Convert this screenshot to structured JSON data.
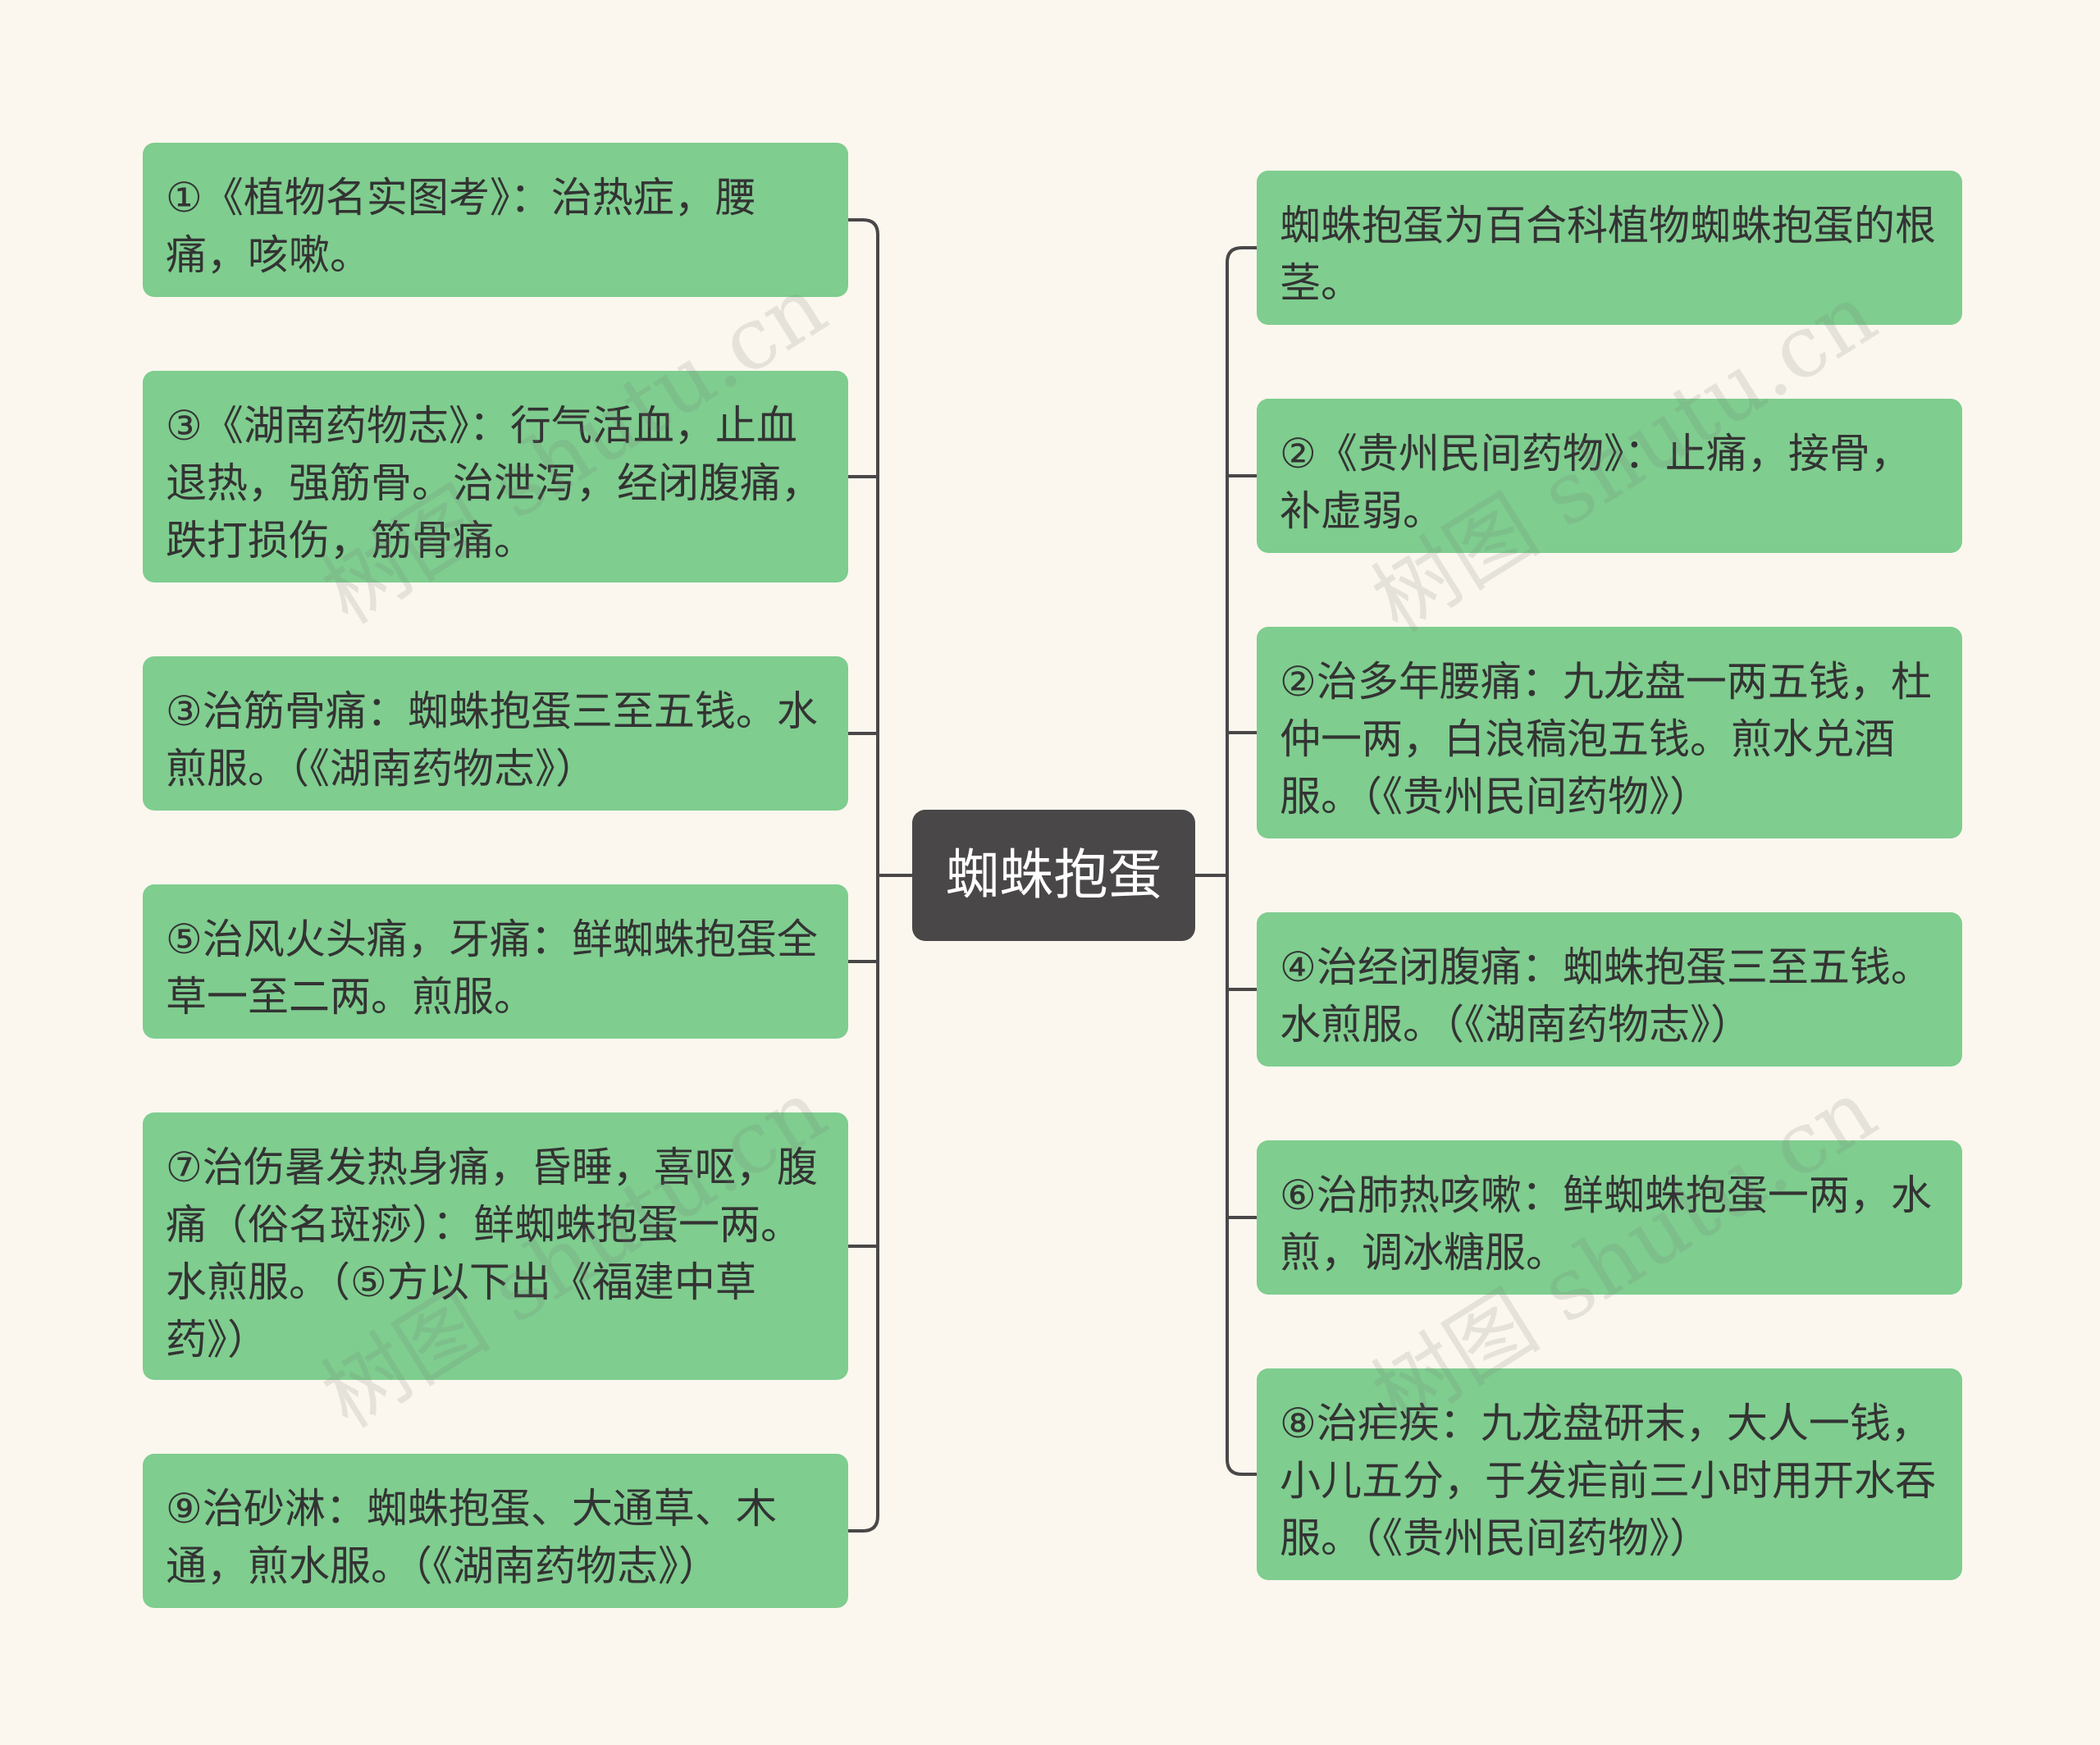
{
  "center": {
    "label": "蜘蛛抱蛋"
  },
  "left": [
    {
      "text": "①《植物名实图考》：治热症，腰痛，咳嗽。"
    },
    {
      "text": "③《湖南药物志》：行气活血，止血退热，强筋骨。治泄泻，经闭腹痛，跌打损伤，筋骨痛。"
    },
    {
      "text": "③治筋骨痛：蜘蛛抱蛋三至五钱。水煎服。（《湖南药物志》）"
    },
    {
      "text": "⑤治风火头痛，牙痛：鲜蜘蛛抱蛋全草一至二两。煎服。"
    },
    {
      "text": "⑦治伤暑发热身痛，昏睡，喜呕，腹痛（俗名斑痧）：鲜蜘蛛抱蛋一两。水煎服。（⑤方以下出《福建中草药》）"
    },
    {
      "text": "⑨治砂淋：蜘蛛抱蛋、大通草、木通，煎水服。（《湖南药物志》）"
    }
  ],
  "right": [
    {
      "text": "蜘蛛抱蛋为百合科植物蜘蛛抱蛋的根茎。"
    },
    {
      "text": "②《贵州民间药物》：止痛，接骨，补虚弱。"
    },
    {
      "text": "②治多年腰痛：九龙盘一两五钱，杜仲一两，白浪稿泡五钱。煎水兑酒服。（《贵州民间药物》）"
    },
    {
      "text": "④治经闭腹痛：蜘蛛抱蛋三至五钱。水煎服。（《湖南药物志》）"
    },
    {
      "text": "⑥治肺热咳嗽：鲜蜘蛛抱蛋一两，水煎，调冰糖服。"
    },
    {
      "text": "⑧治疟疾：九龙盘研末，大人一钱，小儿五分，于发疟前三小时用开水吞服。（《贵州民间药物》）"
    }
  ],
  "watermark": "树图 shutu.cn",
  "colors": {
    "background": "#fbf7ee",
    "node_fill": "#7fcd8f",
    "center_fill": "#4a4748",
    "connector": "#4a4748"
  }
}
